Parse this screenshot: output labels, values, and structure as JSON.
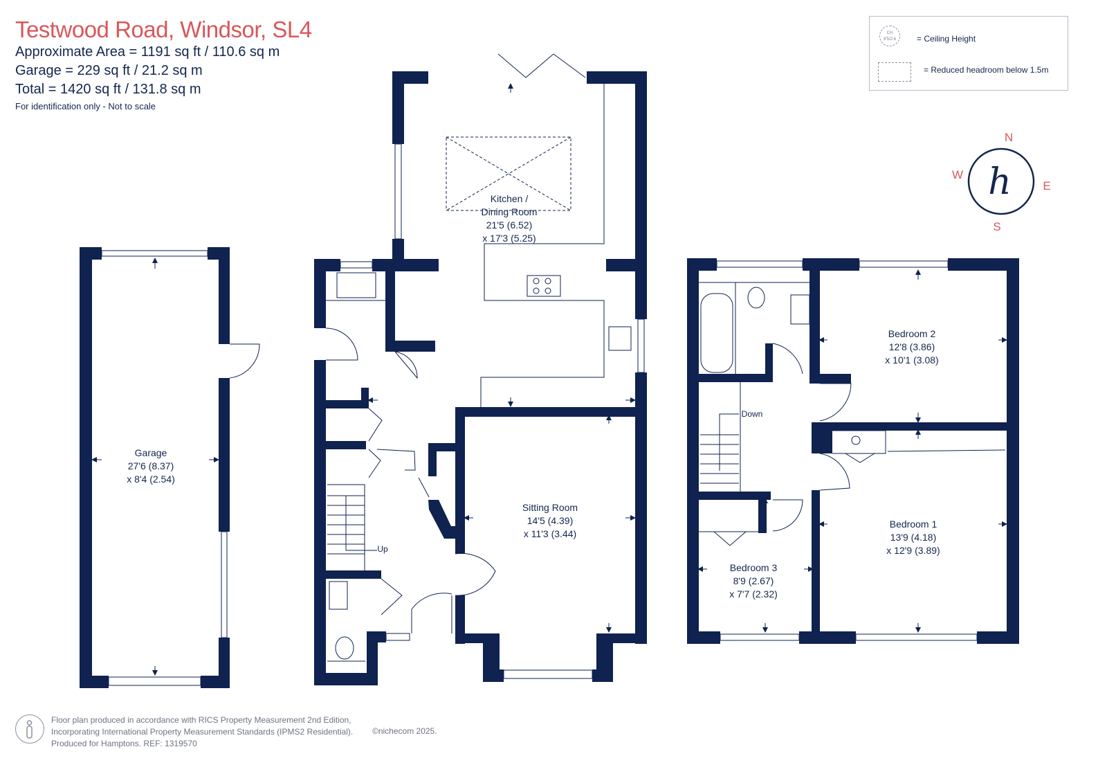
{
  "header": {
    "title": "Testwood Road, Windsor, SL4",
    "approx_area": "Approximate Area = 1191 sq ft / 110.6 sq m",
    "garage_area": "Garage = 229 sq ft / 21.2 sq m",
    "total_area": "Total = 1420 sq ft / 131.8 sq m",
    "disclaimer": "For identification only - Not to scale"
  },
  "legend": {
    "ceiling_symbol": "CH 8'5/2.6",
    "ceiling_label": "= Ceiling Height",
    "reduced_label": "= Reduced headroom below 1.5m"
  },
  "compass": {
    "n": "N",
    "e": "E",
    "s": "S",
    "w": "W",
    "logo": "h"
  },
  "rooms": {
    "garage": {
      "name": "Garage",
      "dim1": "27'6 (8.37)",
      "dim2": "x 8'4 (2.54)"
    },
    "kitchen": {
      "name1": "Kitchen /",
      "name2": "Dining Room",
      "dim1": "21'5 (6.52)",
      "dim2": "x 17'3 (5.25)"
    },
    "sitting": {
      "name": "Sitting Room",
      "dim1": "14'5 (4.39)",
      "dim2": "x 11'3 (3.44)"
    },
    "bedroom1": {
      "name": "Bedroom 1",
      "dim1": "13'9 (4.18)",
      "dim2": "x 12'9 (3.89)"
    },
    "bedroom2": {
      "name": "Bedroom 2",
      "dim1": "12'8 (3.86)",
      "dim2": "x 10'1 (3.08)"
    },
    "bedroom3": {
      "name": "Bedroom 3",
      "dim1": "8'9 (2.67)",
      "dim2": "x 7'7 (2.32)"
    },
    "stairs_up": "Up",
    "stairs_down": "Down"
  },
  "footer": {
    "line1": "Floor plan produced in accordance with RICS Property Measurement 2nd Edition,",
    "line2": "Incorporating International Property Measurement Standards (IPMS2 Residential).",
    "line3": "Produced for Hamptons.   REF:  1319570",
    "copyright": "©nichecom 2025."
  },
  "colors": {
    "wall": "#0f2250",
    "title": "#d9575a",
    "text": "#14264d"
  }
}
